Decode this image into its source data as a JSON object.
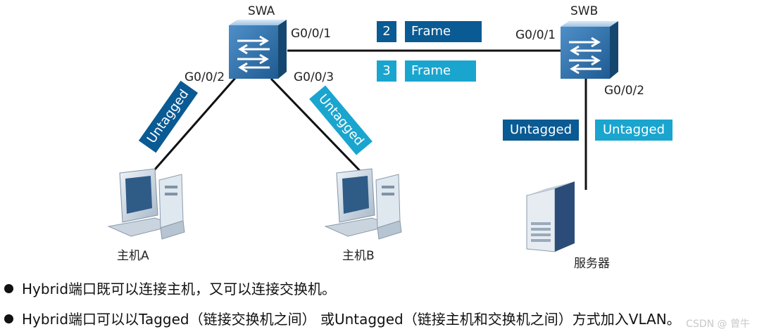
{
  "devices": {
    "swa": "SWA",
    "swb": "SWB",
    "hostA": "主机A",
    "hostB": "主机B",
    "server": "服务器"
  },
  "ports": {
    "swa_g001": "G0/0/1",
    "swa_g002": "G0/0/2",
    "swa_g003": "G0/0/3",
    "swb_g001": "G0/0/1",
    "swb_g002": "G0/0/2"
  },
  "frames": [
    {
      "num": "2",
      "label": "Frame"
    },
    {
      "num": "3",
      "label": "Frame"
    }
  ],
  "tags": {
    "swa_left": "Untagged",
    "swa_right": "Untagged",
    "swb_dark": "Untagged",
    "swb_light": "Untagged"
  },
  "bullets": [
    "Hybrid端口既可以连接主机，又可以连接交换机。",
    "Hybrid端口可以以Tagged（链接交换机之间） 或Untagged（链接主机和交换机之间）方式加入VLAN。"
  ],
  "watermark": "CSDN @ 曾牛",
  "colors": {
    "dark_blue": "#0a5a93",
    "light_blue": "#1aa5cf",
    "switch_blue": "#2c6fa8"
  }
}
